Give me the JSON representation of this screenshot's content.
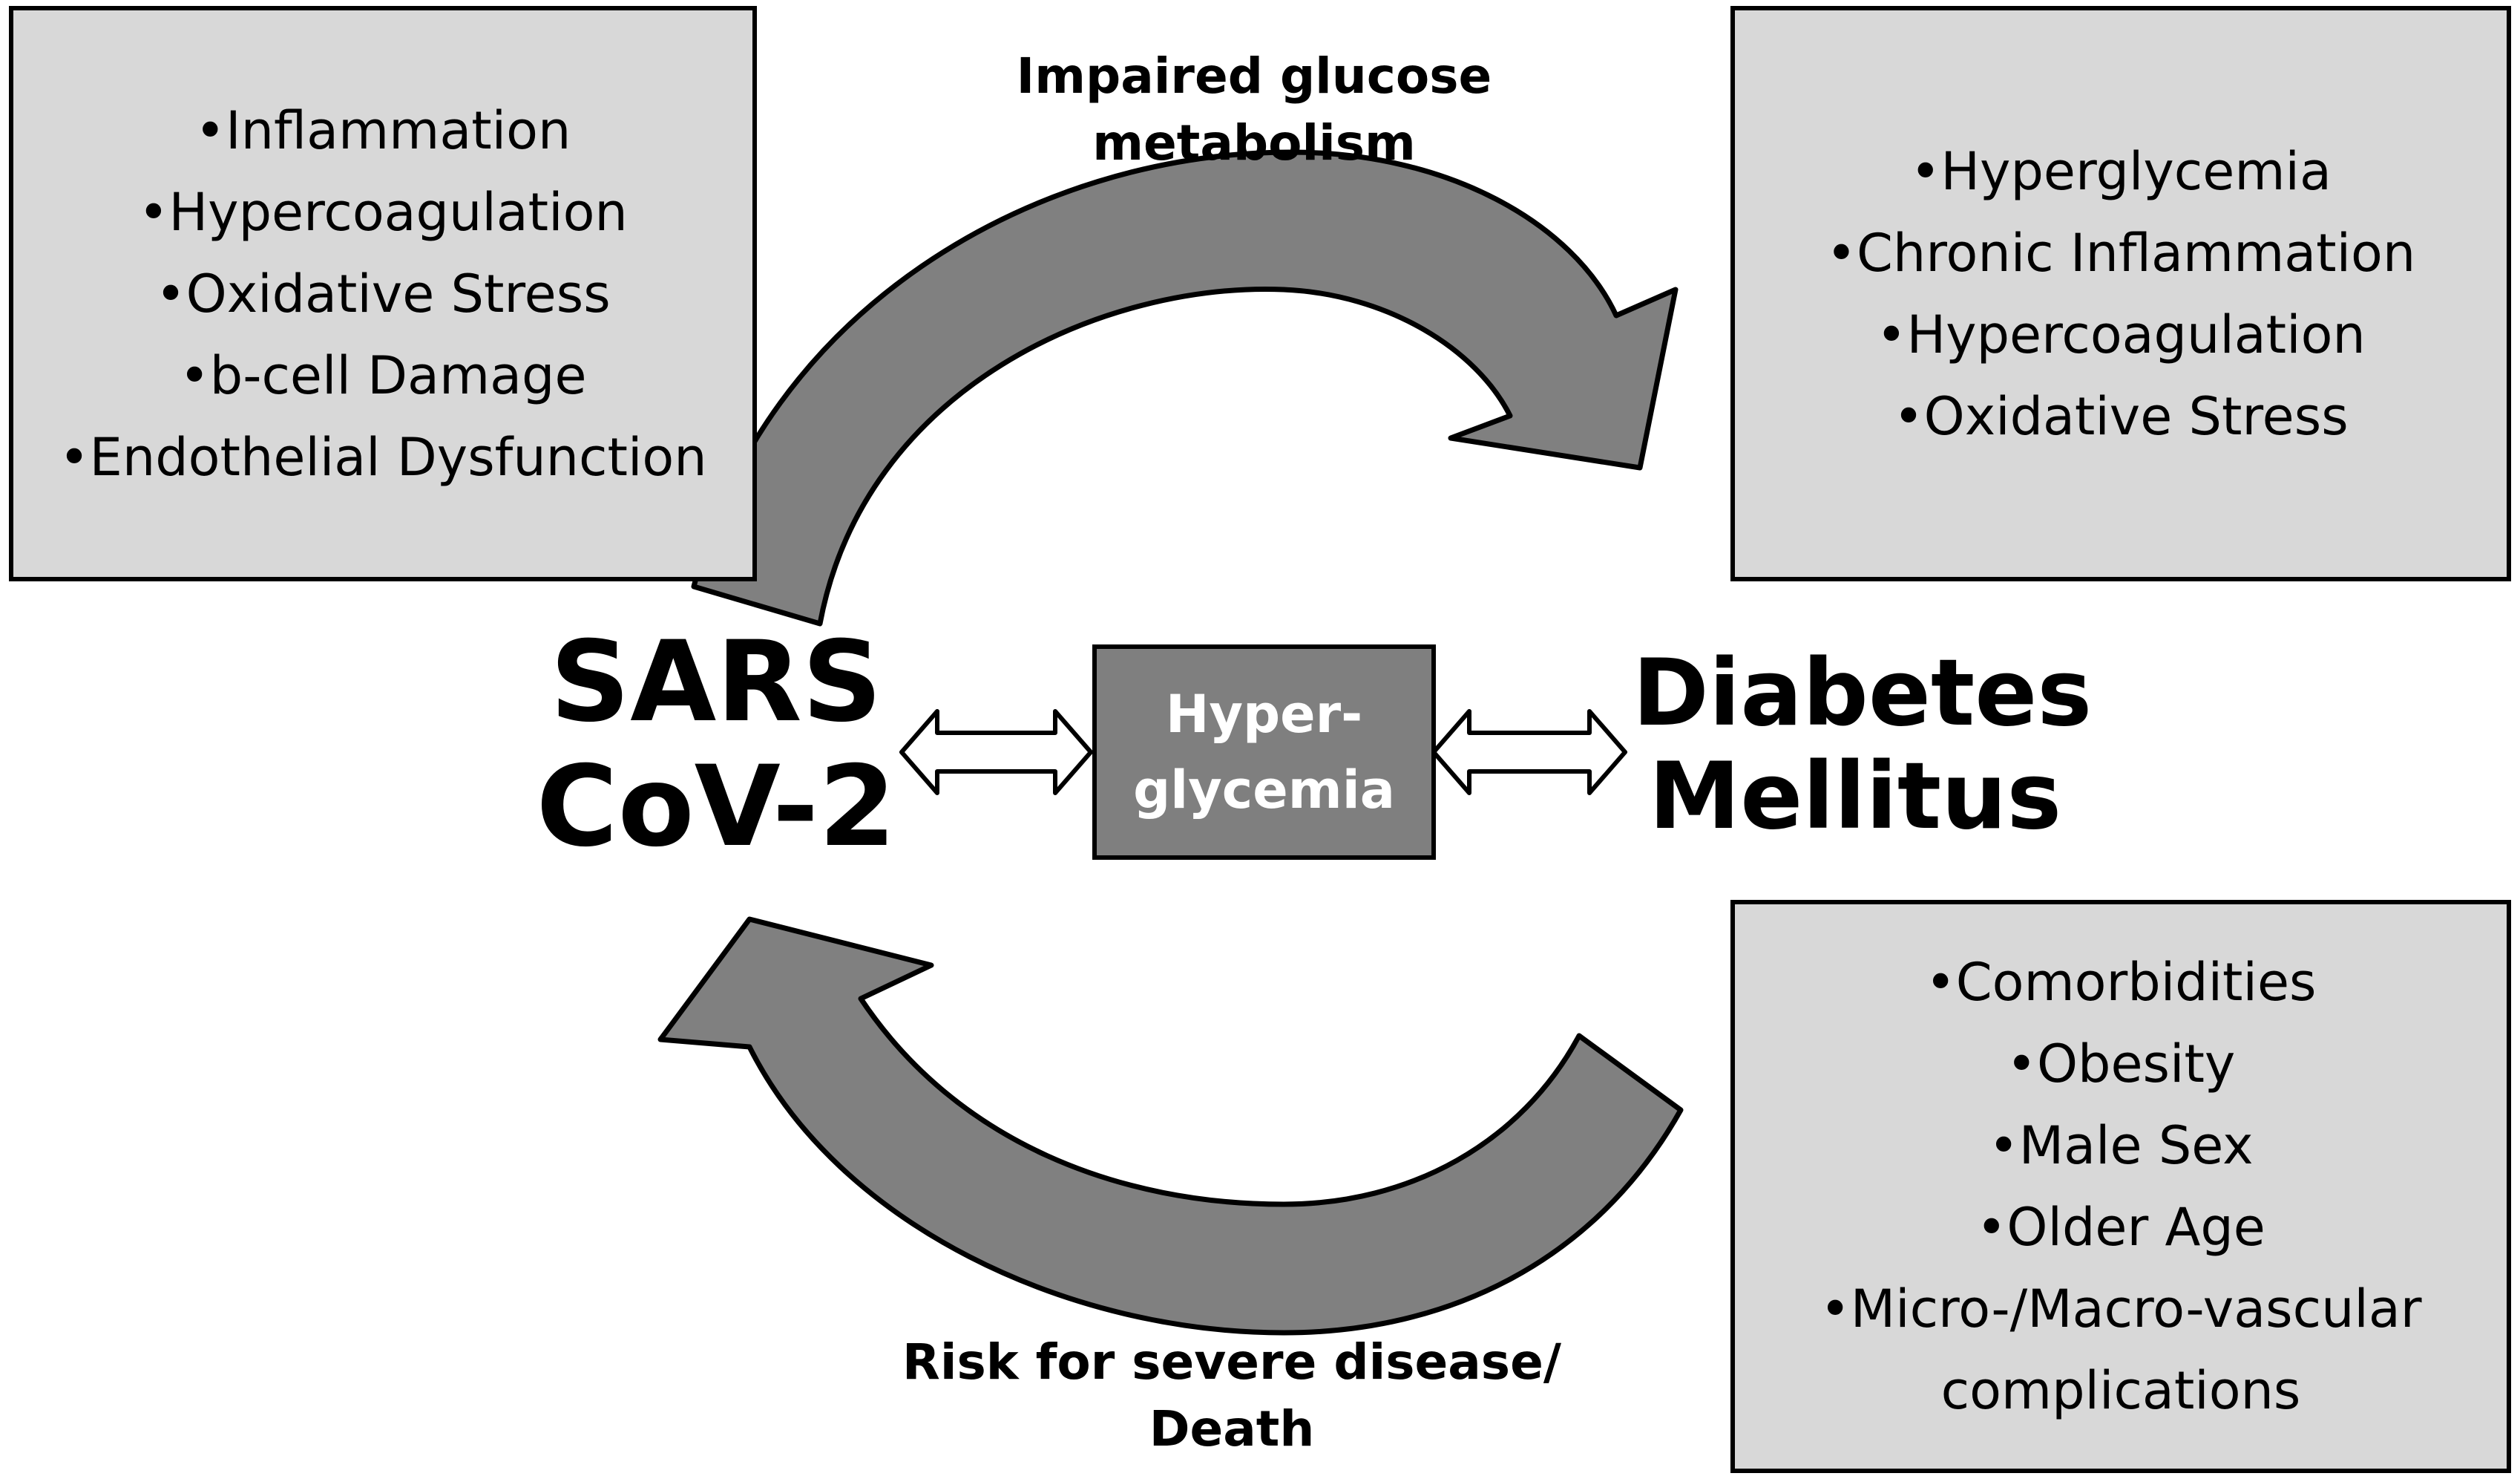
{
  "colors": {
    "box_fill": "#d8d8d8",
    "arrow_fill": "#808080",
    "center_fill": "#7f7f7f",
    "center_text": "#ffffff",
    "outline": "#000000",
    "background": "#ffffff"
  },
  "top_left_box": {
    "items": [
      "•Inflammation",
      "•Hypercoagulation",
      "•Oxidative Stress",
      "•b-cell Damage",
      "•Endothelial Dysfunction"
    ]
  },
  "top_right_box": {
    "items": [
      "•Hyperglycemia",
      "•Chronic Inflammation",
      "•Hypercoagulation",
      "•Oxidative Stress"
    ]
  },
  "bottom_right_box": {
    "items": [
      "•Comorbidities",
      "•Obesity",
      "•Male Sex",
      "•Older Age",
      "•Micro-/Macro-vascular",
      "complications"
    ]
  },
  "top_arrow_label": {
    "line1": "Impaired glucose",
    "line2": "metabolism"
  },
  "bottom_arrow_label": {
    "line1": "Risk for severe disease/",
    "line2": "Death"
  },
  "left_node": {
    "line1": "SARS",
    "line2": "CoV-2"
  },
  "right_node": {
    "line1": "Diabetes",
    "line2": "Mellitus"
  },
  "center_node": {
    "line1": "Hyper-",
    "line2": "glycemia"
  }
}
